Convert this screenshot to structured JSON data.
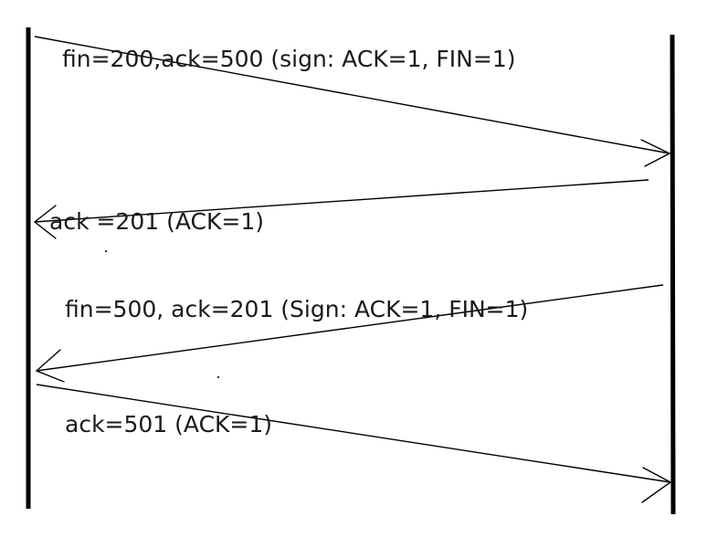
{
  "diagram": {
    "type": "sequence-diagram",
    "participants": [
      {
        "name": ""
      },
      {
        "name": ""
      }
    ],
    "messages": [
      {
        "label": "fin=200,ack=500 (sign: ACK=1, FIN=1)",
        "direction": "left-to-right"
      },
      {
        "label": "ack =201 (ACK=1)",
        "direction": "right-to-left"
      },
      {
        "label": "fin=500, ack=201 (Sign: ACK=1, FIN=1)",
        "direction": "right-to-left"
      },
      {
        "label": "ack=501 (ACK=1)",
        "direction": "left-to-right"
      }
    ]
  },
  "colors": {
    "ink": "#000000",
    "background": "#ffffff"
  }
}
